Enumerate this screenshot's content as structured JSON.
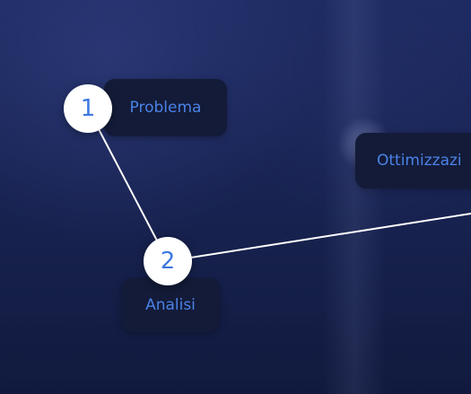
{
  "nodes": [
    {
      "number": "1",
      "label": "Problema"
    },
    {
      "number": "2",
      "label": "Analisi"
    }
  ],
  "partial_node": {
    "label": "Ottimizzazi"
  },
  "colors": {
    "background": "#1b2757",
    "label_box": "#131b38",
    "label_text": "#4b82e6",
    "node_fill": "#ffffff",
    "node_number": "#3c78e0",
    "connector": "#ffffff"
  }
}
